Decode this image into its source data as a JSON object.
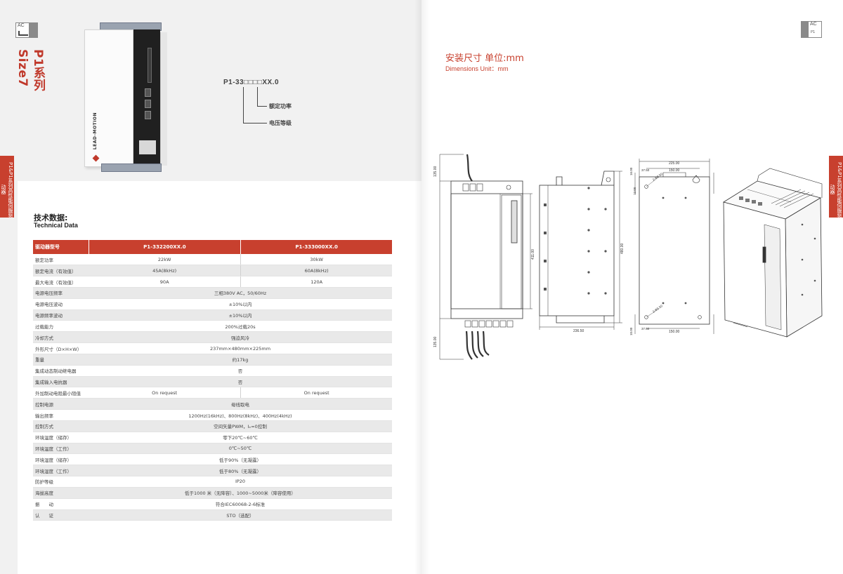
{
  "left": {
    "badge_ac": "AC",
    "series_title": "P1系列 Size7",
    "side_tab": "P1&P1系列高性能伺服驱动器",
    "product_logo": "LEAD-MOTION",
    "model_code": "P1-33□□□□XX.0",
    "code_labels": [
      "额定功率",
      "电压等级"
    ],
    "tech_title_cn": "技术数据:",
    "tech_title_en": "Technical Data",
    "table": {
      "header": [
        "驱动器型号",
        "P1-332200XX.0",
        "P1-333000XX.0"
      ],
      "rows": [
        {
          "label": "额定功率",
          "values": [
            "22kW",
            "30kW"
          ]
        },
        {
          "label": "额定电流（有效值）",
          "values": [
            "45A(8kHz)",
            "60A(8kHz)"
          ]
        },
        {
          "label": "最大电流（有效值）",
          "values": [
            "90A",
            "120A"
          ]
        },
        {
          "label": "电源电压频率",
          "values": [
            "三相380V AC，50/60Hz"
          ]
        },
        {
          "label": "电源电压波动",
          "values": [
            "±10%以内"
          ]
        },
        {
          "label": "电源频率波动",
          "values": [
            "±10%以内"
          ]
        },
        {
          "label": "过载能力",
          "values": [
            "200%过载20s"
          ]
        },
        {
          "label": "冷却方式",
          "values": [
            "强迫风冷"
          ]
        },
        {
          "label": "外形尺寸（D×H×W）",
          "values": [
            "237mm×480mm×225mm"
          ]
        },
        {
          "label": "重量",
          "values": [
            "约17kg"
          ]
        },
        {
          "label": "集成动态制动继电器",
          "values": [
            "否"
          ]
        },
        {
          "label": "集成输入电抗器",
          "values": [
            "否"
          ]
        },
        {
          "label": "外加制动电阻最小阻值",
          "values": [
            "On request",
            "On request"
          ]
        },
        {
          "label": "控制电源",
          "values": [
            "母线取电"
          ]
        },
        {
          "label": "输出频率",
          "values": [
            "1200Hz(16kHz)、800Hz(8kHz)、400Hz(4kHz)"
          ]
        },
        {
          "label": "控制方式",
          "values": [
            "空间矢量PWM，Iₑ=0控制"
          ]
        },
        {
          "label": "环境温度（储存）",
          "values": [
            "零下20℃~60℃"
          ]
        },
        {
          "label": "环境温度（工作）",
          "values": [
            "0℃~50℃"
          ]
        },
        {
          "label": "环境湿度（储存）",
          "values": [
            "低于90%（无凝露）"
          ]
        },
        {
          "label": "环境湿度（工作）",
          "values": [
            "低于80%（无凝露）"
          ]
        },
        {
          "label": "防护等级",
          "values": [
            "IP20"
          ]
        },
        {
          "label": "海拔高度",
          "values": [
            "低于1000 米（无降容）、1000~5000米（降容使用）"
          ]
        },
        {
          "label": "振　　动",
          "values": [
            "符合IEC60068-2-6标准"
          ]
        },
        {
          "label": "认　　证",
          "values": [
            "STO（选配）"
          ]
        }
      ]
    }
  },
  "right": {
    "badge_ac": "AC",
    "badge_p1": "P1",
    "dim_title_cn": "安装尺寸 单位:mm",
    "dim_title_en": "Dimensions  Unit：mm",
    "side_tab": "P1&P1系列高性能伺服驱动器",
    "dims": {
      "front_top": "135.00",
      "front_height": "411.00",
      "front_bottom": "135.00",
      "side_depth": "236.50",
      "side_height": "480.00",
      "rear_width": "225.00",
      "rear_inner": "150.00",
      "rear_offset": "37.50",
      "rear_hole_top": "2-Φ8.50",
      "rear_hole_bot": "2-Φ5.50",
      "rear_height": "16.00",
      "rear_left": "12.00",
      "rear_bottom_w": "150.00",
      "rear_bottom_off": "37.50",
      "rear_bottom_h": "10.00"
    }
  },
  "colors": {
    "accent": "#c8402e",
    "table_alt": "#e9e9e9"
  }
}
